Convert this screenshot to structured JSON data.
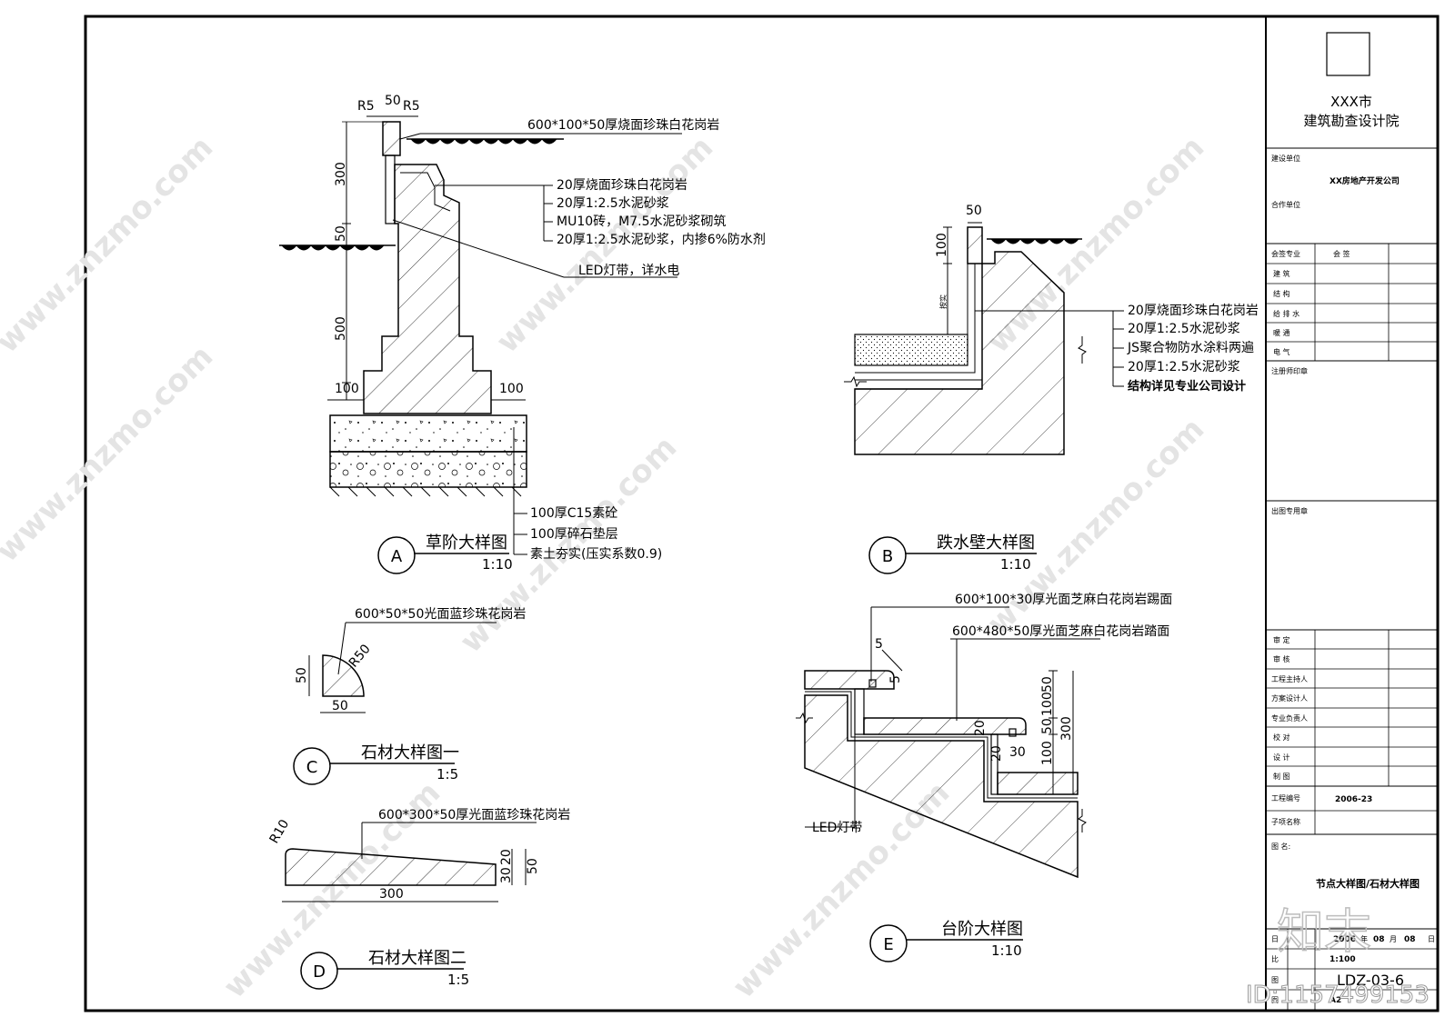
{
  "detail_a": {
    "top_dims": [
      "R5",
      "50",
      "R5"
    ],
    "side_dims": [
      "300",
      "50",
      "500"
    ],
    "step_dims": [
      "100",
      "100"
    ],
    "top_callout": "600*100*50厚烧面珍珠白花岗岩",
    "callouts": [
      "20厚烧面珍珠白花岗岩",
      "20厚1:2.5水泥砂浆",
      "MU10砖，M7.5水泥砂浆砌筑",
      "20厚1:2.5水泥砂浆，内掺6%防水剂"
    ],
    "led": "LED灯带，详水电",
    "base_callouts": [
      "100厚C15素砼",
      "100厚碎石垫层",
      "素土夯实(压实系数0.9)"
    ],
    "marker": "A",
    "title": "草阶大样图",
    "scale": "1:10"
  },
  "detail_b": {
    "dims": [
      "50",
      "100"
    ],
    "side_note": "按实",
    "callouts": [
      "20厚烧面珍珠白花岗岩",
      "20厚1:2.5水泥砂浆",
      "JS聚合物防水涂料两遍",
      "20厚1:2.5水泥砂浆",
      "结构详见专业公司设计"
    ],
    "marker": "B",
    "title": "跌水壁大样图",
    "scale": "1:10"
  },
  "detail_c": {
    "callout": "600*50*50光面蓝珍珠花岗岩",
    "dims": [
      "R50",
      "50",
      "50"
    ],
    "marker": "C",
    "title": "石材大样图一",
    "scale": "1:5"
  },
  "detail_d": {
    "callout": "600*300*50厚光面蓝珍珠花岗岩",
    "dims": [
      "R10",
      "20",
      "30",
      "50",
      "300"
    ],
    "marker": "D",
    "title": "石材大样图二",
    "scale": "1:5"
  },
  "detail_e": {
    "callouts": [
      "600*100*30厚光面芝麻白花岗岩踢面",
      "600*480*50厚光面芝麻白花岗岩踏面"
    ],
    "dims": [
      "5",
      "5",
      "50",
      "100",
      "50",
      "100",
      "300",
      "20",
      "20",
      "30"
    ],
    "led": "LED灯带",
    "marker": "E",
    "title": "台阶大样图",
    "scale": "1:10"
  },
  "title_block": {
    "org_line1": "XXX市",
    "org_line2": "建筑勘查设计院",
    "client_label": "建设单位",
    "client": "XX房地产开发公司",
    "partner_label": "合作单位",
    "sign_header": [
      "会签专业",
      "会  签"
    ],
    "disciplines": [
      "建    筑",
      "结    构",
      "给 排 水",
      "暖    通",
      "电    气"
    ],
    "registered_seal": "注册师印章",
    "issue_seal": "出图专用章",
    "roles": [
      "审    定",
      "审    核",
      "工程主持人",
      "方案设计人",
      "专业负责人",
      "校    对",
      "设    计",
      "制    图"
    ],
    "project_no_label": "工程编号",
    "project_no": "2006-23",
    "sub_no_label": "子项名称",
    "drawing_label": "图    名:",
    "drawing_name": "节点大样图/石材大样图",
    "date_label": "日",
    "date_year": "2006",
    "date_month": "08",
    "date_day": "08",
    "date_units": [
      "年",
      "月",
      "日"
    ],
    "scale_label": "比",
    "scale_value": "1:100",
    "sheet_label": "图",
    "sheet_no": "LDZ-03-6",
    "size_label": "图",
    "size_value": "A2"
  },
  "watermark": {
    "site": "www.znzmo.com",
    "brand": "知末",
    "id": "ID:1157499153"
  }
}
